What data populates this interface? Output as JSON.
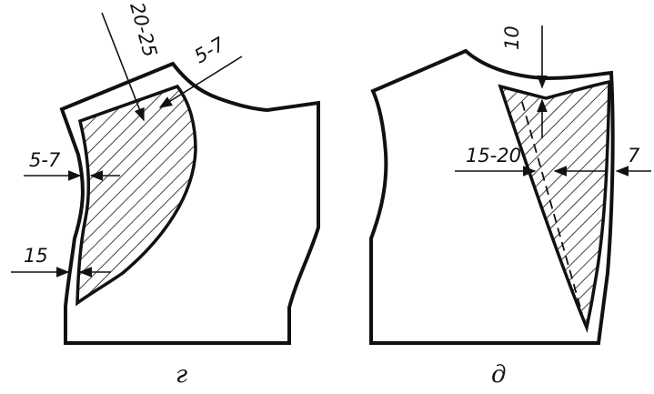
{
  "figure_g": {
    "caption": "г",
    "dims": {
      "shoulder_facing": "20-25",
      "neckline_allowance": "5-7",
      "armhole_allowance": "5-7",
      "bottom_allowance": "15"
    }
  },
  "figure_d": {
    "caption": "д",
    "dims": {
      "shoulder_gap": "10",
      "facing_width": "15-20",
      "edge_allowance": "7"
    }
  }
}
